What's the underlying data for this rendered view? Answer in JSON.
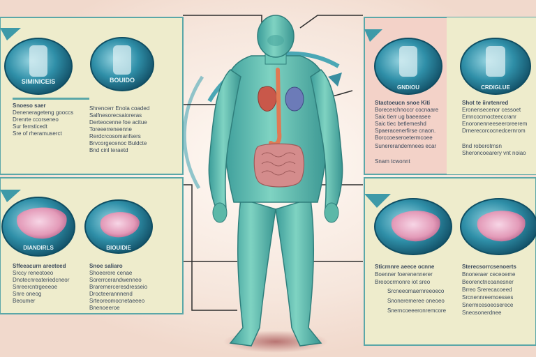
{
  "panels": {
    "top_left": {
      "labels": [
        "SIMINICEIS",
        "BOUIDO"
      ],
      "text_left": [
        "Snoeso saer",
        "Denenerageteng gooccs",
        "Drenrte ccorseneo",
        "Sur ferrsticedt",
        "Sre of rheramuserct"
      ],
      "text_right": [
        "Shrencerr Enola coaded",
        "Salfnesorecsaioreras",
        "Derteocenne foe acitue",
        "Toreeerreneenne",
        "Rerdcrcosomanfsers",
        "Brvcorgecenoc Buldcte",
        "Bnd cinl teraetd"
      ]
    },
    "top_right": {
      "labels": [
        "GNDIOU",
        "CRDIGLUE"
      ],
      "text_left": [
        "Stactoeucn snoe Kiti",
        "Borecerchnoccr cocnaare",
        "Saic tierr ug baeeasee",
        "Saic tiec betlemeshd",
        "Spaeracenerfirse cnaon.",
        "Borccoeseroetermcoee",
        "Sunererandemnees ecar",
        "Snam tcwonnt"
      ],
      "text_right": [
        "Shot te iinrtenred",
        "Eronensecenor cessoet",
        "Emncocrnocteeccranr",
        "Enoronenneeseeroreerem",
        "Drnerecorcocnedcernrom",
        "Bnd roberotmsn",
        "Sheroncoearery vnt noiao"
      ]
    },
    "bottom_left": {
      "labels": [
        "DIANDIRLS",
        "BIOUIDIE"
      ],
      "text_left": [
        "Sffeeacurn areeteed",
        "Srccy reneotoeo",
        "Dnotecnreateriedcneor",
        "Snreercntrgeeeoe",
        "Snre oneog",
        "Beoumer"
      ],
      "text_right": [
        "Snoe saliaro",
        "Shoeerere cenae",
        "Sorerrcerandwenneo",
        "Braremerceresdresseio",
        "Drocteerannnend",
        "Srteoreomocnetaeeeo",
        "Bnenoeeroe"
      ]
    },
    "bottom_right": {
      "labels": [],
      "text_left": [
        "Sticrnnre aeece ocnne",
        "Boenner foerenennerer",
        "Breoocrmonre iot sreo",
        "Srcneeomaernreeoeco",
        "Snoneremeree oneoeo",
        "Snerncoeeeronremcore"
      ],
      "text_right": [
        "Sterecsorrcsenoerts",
        "Bnoneraer ceceoeme",
        "Beorenctncoanesner",
        "Brreo Srerecacoeed",
        "Srcnennreemoesses",
        "Snermcesoeoserece",
        "Sneosonerdnee"
      ]
    }
  },
  "colors": {
    "background": "#f6e6dc",
    "body": "#5cc0b0",
    "panel_border": "#5aa7a8",
    "lens": "#1d6f8a"
  }
}
